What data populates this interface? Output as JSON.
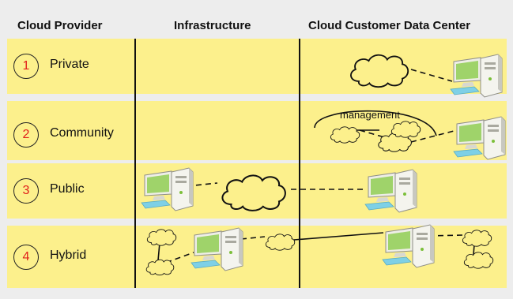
{
  "columns": {
    "provider": "Cloud Provider",
    "infrastructure": "Infrastructure",
    "datacenter": "Cloud Customer Data Center"
  },
  "rows": [
    {
      "number": "1",
      "label": "Private"
    },
    {
      "number": "2",
      "label": "Community"
    },
    {
      "number": "3",
      "label": "Public"
    },
    {
      "number": "4",
      "label": "Hybrid"
    }
  ],
  "annotations": {
    "management": "management"
  },
  "icons": [
    "cloud-icon",
    "computer-icon"
  ],
  "colors": {
    "band": "#fcf08c",
    "background": "#ededed",
    "number": "#e0201b"
  }
}
